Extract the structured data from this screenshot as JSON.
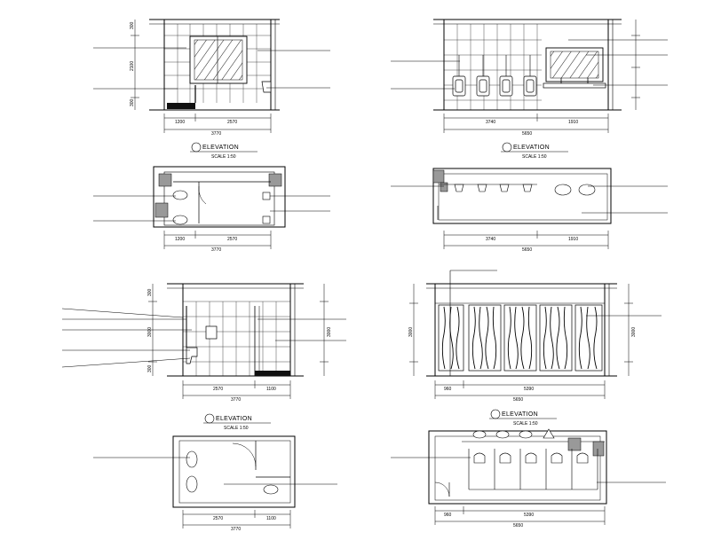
{
  "drawing": {
    "elevation_label": "ELEVATION",
    "scale_label": "SCALE 1:50",
    "titles": [
      {
        "label": "ELEVATION",
        "scale": "SCALE 1:50"
      },
      {
        "label": "ELEVATION",
        "scale": "SCALE 1:50"
      },
      {
        "label": "ELEVATION",
        "scale": "SCALE 1:50"
      },
      {
        "label": "ELEVATION",
        "scale": "SCALE 1:50"
      }
    ]
  },
  "panel_a": {
    "elev_dims": {
      "left_top": "300",
      "left_mid": "2100",
      "left_low": "300",
      "seg1": "1200",
      "seg2": "2570",
      "total": "3770"
    },
    "plan_dims": {
      "seg1": "1200",
      "seg2": "2570",
      "total": "3770"
    }
  },
  "panel_b": {
    "elev_dims": {
      "seg1": "3740",
      "seg2": "1910",
      "total": "5650"
    },
    "plan_dims": {
      "seg1": "3740",
      "seg2": "1910",
      "total": "5650"
    }
  },
  "panel_c": {
    "elev_dims": {
      "left_top": "300",
      "left_mid": "3000",
      "left_low": "300",
      "right_mid": "3000",
      "seg1": "2570",
      "seg2": "1100",
      "total": "3770"
    },
    "plan_dims": {
      "seg1": "2570",
      "seg2": "1100",
      "total": "3770"
    }
  },
  "panel_d": {
    "elev_dims": {
      "seg1": "960",
      "seg2": "5390",
      "total": "5650",
      "left_mid": "3000",
      "right_mid": "3000"
    },
    "plan_dims": {
      "seg1": "960",
      "seg2": "5390",
      "total": "5650"
    }
  }
}
